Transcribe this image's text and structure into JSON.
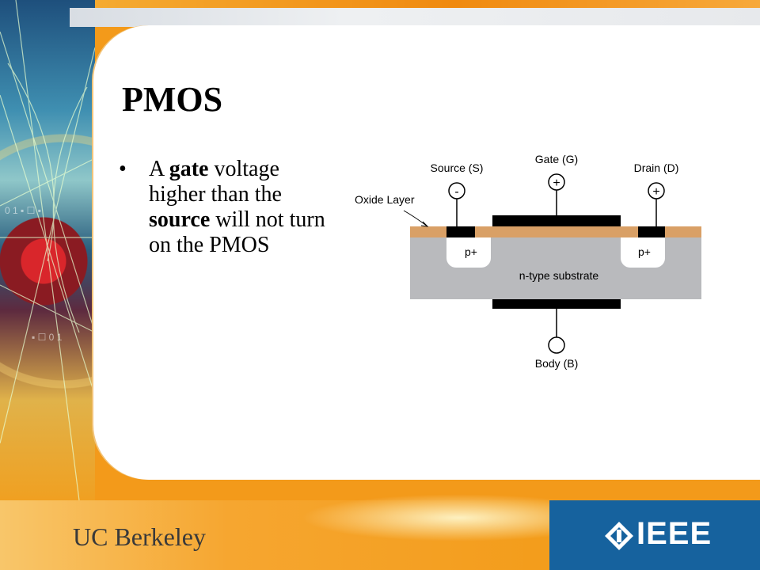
{
  "slide": {
    "title": "PMOS",
    "bullet": {
      "marker": "•",
      "segments": [
        {
          "text": "A ",
          "bold": false
        },
        {
          "text": "gate",
          "bold": true
        },
        {
          "text": " voltage higher than the ",
          "bold": false
        },
        {
          "text": "source",
          "bold": true
        },
        {
          "text": " will not turn on the PMOS",
          "bold": false
        }
      ]
    }
  },
  "diagram": {
    "source_label": "Source (S)",
    "gate_label": "Gate (G)",
    "drain_label": "Drain (D)",
    "body_label": "Body (B)",
    "oxide_label": "Oxide Layer",
    "source_sign": "-",
    "gate_sign": "+",
    "drain_sign": "+",
    "left_region": "p+",
    "right_region": "p+",
    "substrate_label": "n-type substrate"
  },
  "footer": {
    "institution": "UC Berkeley",
    "logo_text": "IEEE"
  },
  "colors": {
    "oxide": "#d9a066",
    "substrate": "#b9babd",
    "ieee_blue": "#16629e"
  }
}
